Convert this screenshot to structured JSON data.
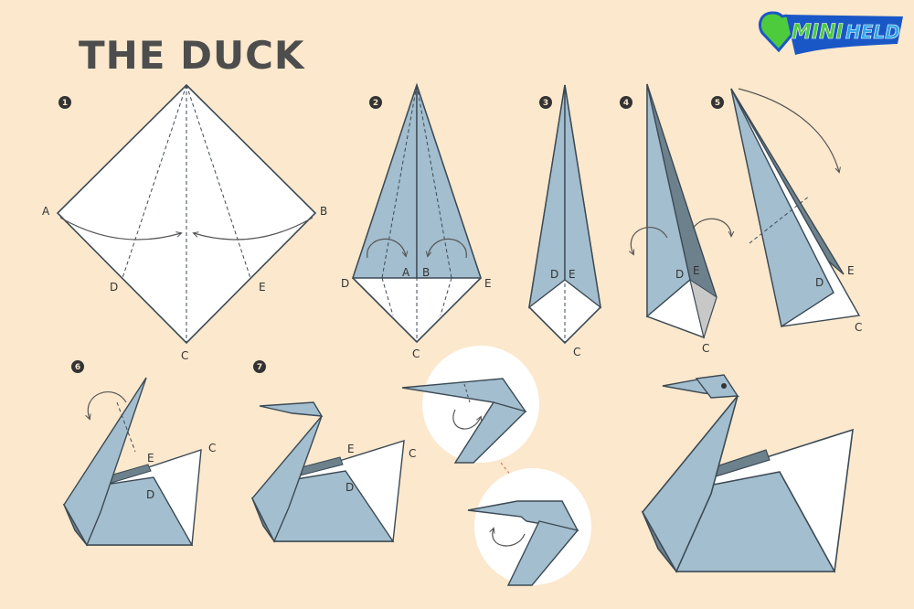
{
  "title": "THE DUCK",
  "logo": {
    "word1": "MINI",
    "word2": "HELD",
    "colors": {
      "green": "#4ecb3c",
      "blue": "#1a57c6",
      "cyan": "#33a6e8"
    }
  },
  "colors": {
    "background": "#fbe8cd",
    "paper_blue": "#a3bece",
    "paper_dark": "#6d818c",
    "paper_white": "#ffffff",
    "line": "#3c4a55"
  },
  "steps": [
    {
      "number": "1",
      "labels": {
        "A": "A",
        "B": "B",
        "C": "C",
        "D": "D",
        "E": "E"
      }
    },
    {
      "number": "2",
      "labels": {
        "A": "A",
        "B": "B",
        "C": "C",
        "D": "D",
        "E": "E"
      }
    },
    {
      "number": "3",
      "labels": {
        "C": "C",
        "D": "D",
        "E": "E"
      }
    },
    {
      "number": "4",
      "labels": {
        "C": "C",
        "D": "D",
        "E": "E"
      }
    },
    {
      "number": "5",
      "labels": {
        "C": "C",
        "D": "D",
        "E": "E"
      }
    },
    {
      "number": "6",
      "labels": {
        "C": "C",
        "D": "D",
        "E": "E"
      }
    },
    {
      "number": "7",
      "labels": {
        "C": "C",
        "D": "D",
        "E": "E"
      }
    }
  ]
}
